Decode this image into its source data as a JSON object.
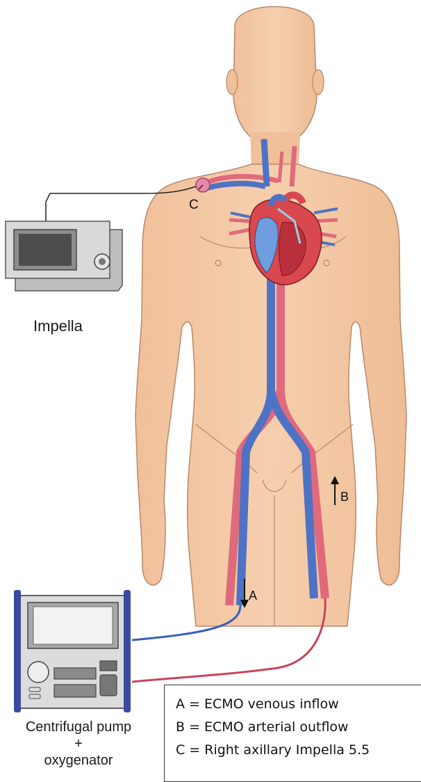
{
  "labels": {
    "impella": "Impella",
    "pump_line1": "Centrifugal pump",
    "pump_line2": "+",
    "pump_line3": "oxygenator",
    "marker_a": "A",
    "marker_b": "B",
    "marker_c": "C"
  },
  "legend": [
    "A = ECMO venous inflow",
    "B = ECMO arterial outflow",
    "C = Right axillary Impella 5.5"
  ],
  "colors": {
    "skin": "#f4c9a4",
    "skin_outline": "#b8876a",
    "artery": "#e06a7c",
    "vein": "#4f73c4",
    "device_gray": "#c7c7c7",
    "pump_frame": "#3b4aa0"
  }
}
